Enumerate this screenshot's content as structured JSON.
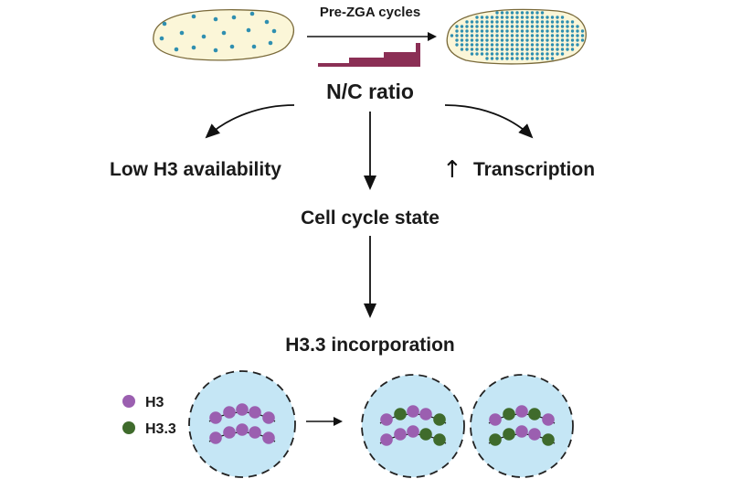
{
  "labels": {
    "pre_zga": "Pre-ZGA cycles",
    "nc_ratio": "N/C ratio",
    "low_h3": "Low H3 availability",
    "transcription_arrow": "↑",
    "transcription": "Transcription",
    "cell_cycle": "Cell cycle state",
    "h33_incorporation": "H3.3 incorporation"
  },
  "legend": [
    {
      "label": "H3",
      "color": "#9b5fb0"
    },
    {
      "label": "H3.3",
      "color": "#3f6b2c"
    }
  ],
  "nuclei": [
    {
      "top": [
        "H3",
        "H3",
        "H3",
        "H3",
        "H3"
      ],
      "bottom": [
        "H3",
        "H3",
        "H3",
        "H3",
        "H3"
      ]
    },
    {
      "top": [
        "H3",
        "H3.3",
        "H3",
        "H3",
        "H3.3"
      ],
      "bottom": [
        "H3",
        "H3",
        "H3",
        "H3.3",
        "H3.3"
      ]
    },
    {
      "top": [
        "H3",
        "H3.3",
        "H3",
        "H3.3",
        "H3"
      ],
      "bottom": [
        "H3.3",
        "H3.3",
        "H3",
        "H3",
        "H3.3"
      ]
    }
  ],
  "colors": {
    "embryo_fill": "#fbf6d8",
    "nucleus_dot": "#2f8fb0",
    "nc_bar": "#8b2f55",
    "nucleus_fill": "#c5e6f5"
  }
}
